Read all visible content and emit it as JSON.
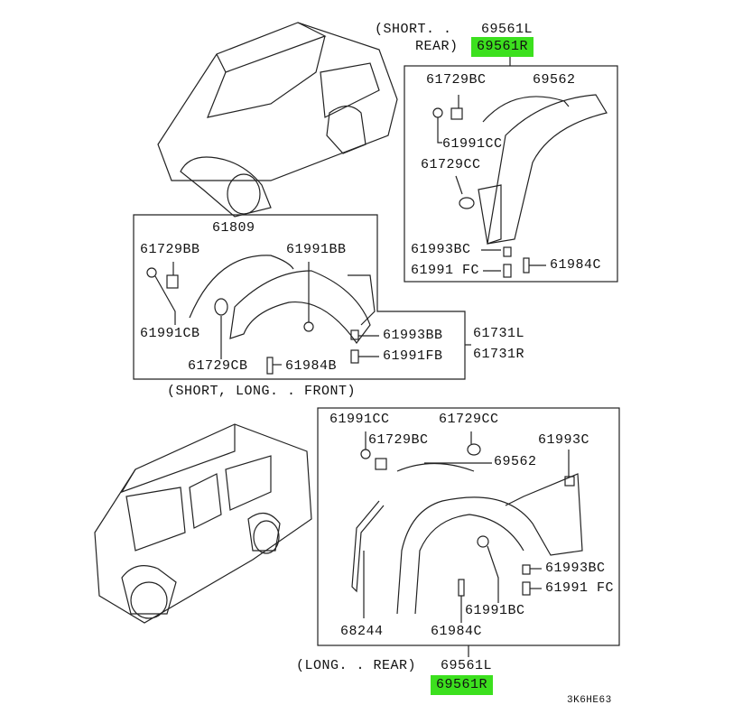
{
  "diagram": {
    "rear_short": {
      "variant": "(SHORT. .",
      "variant2": "REAR)",
      "part_left": "69561L",
      "part_right": "69561R",
      "parts": [
        "61729BC",
        "69562",
        "61991CC",
        "61729CC",
        "61993BC",
        "61991 FC",
        "61984C"
      ]
    },
    "front": {
      "variant": "(SHORT, LONG. . FRONT)",
      "part_left": "61731L",
      "part_right": "61731R",
      "parts": [
        "61809",
        "61729BB",
        "61991BB",
        "61991CB",
        "61729CB",
        "61984B",
        "61993BB",
        "61991FB"
      ]
    },
    "rear_long": {
      "variant": "(LONG. . REAR)",
      "part_left": "69561L",
      "part_right": "69561R",
      "parts": [
        "61991CC",
        "61729CC",
        "61729BC",
        "61993C",
        "69562",
        "61993BC",
        "61991 FC",
        "61991BC",
        "68244",
        "61984C"
      ]
    },
    "diagram_code": "3K6HE63",
    "highlight_color": "#3ce01e"
  }
}
